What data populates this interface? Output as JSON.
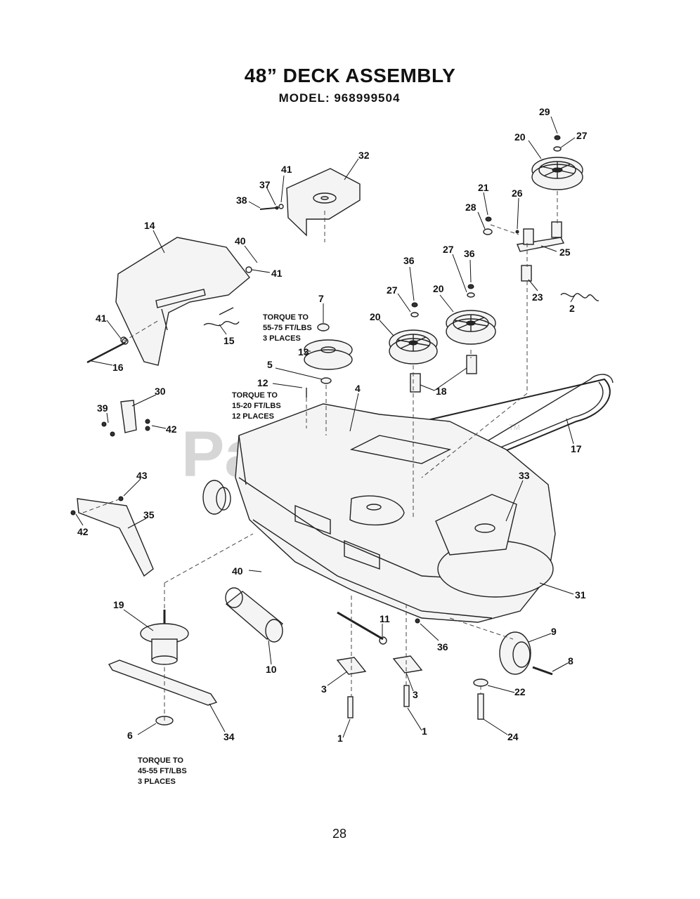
{
  "title": "48” DECK ASSEMBLY",
  "subtitle": "MODEL: 968999504",
  "page_number": "28",
  "watermark": "PartsTree",
  "watermark_tm": "TM",
  "torque_notes": {
    "idler": [
      "TORQUE TO",
      "55-75 FT/LBS",
      "3 PLACES"
    ],
    "bolts": [
      "TORQUE TO",
      "15-20 FT/LBS",
      "12 PLACES"
    ],
    "blade": [
      "TORQUE TO",
      "45-55 FT/LBS",
      "3 PLACES"
    ]
  },
  "callouts": {
    "c29": "29",
    "c27a": "27",
    "c20a": "20",
    "c32": "32",
    "c41a": "41",
    "c37": "37",
    "c38": "38",
    "c21": "21",
    "c26": "26",
    "c28": "28",
    "c25": "25",
    "c14": "14",
    "c40a": "40",
    "c41b": "41",
    "c36a": "36",
    "c27b": "27",
    "c36b": "36",
    "c27c": "27",
    "c7": "7",
    "c20b": "20",
    "c20c": "20",
    "c23": "23",
    "c2": "2",
    "c41c": "41",
    "c15": "15",
    "c16": "16",
    "c13": "13",
    "c5": "5",
    "c18": "18",
    "c12": "12",
    "c4": "4",
    "c30": "30",
    "c39": "39",
    "c42a": "42",
    "c17": "17",
    "c43": "43",
    "c33": "33",
    "c35": "35",
    "c42b": "42",
    "c40b": "40",
    "c31": "31",
    "c19": "19",
    "c11": "11",
    "c9": "9",
    "c36c": "36",
    "c10": "10",
    "c8": "8",
    "c3a": "3",
    "c3b": "3",
    "c22": "22",
    "c6": "6",
    "c34": "34",
    "c1a": "1",
    "c1b": "1",
    "c24": "24"
  }
}
